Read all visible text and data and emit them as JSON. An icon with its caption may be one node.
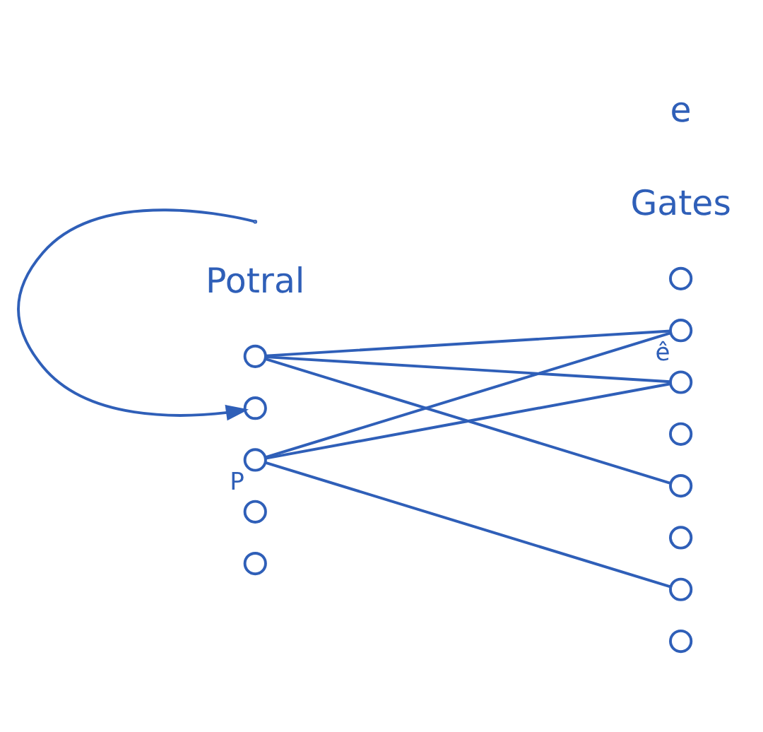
{
  "diagram": {
    "nodes": [
      {
        "text": [],
        "shape": "circle"
      },
      {
        "text": [],
        "shape": "circle"
      },
      {
        "text": [],
        "shape": "circle",
        "beside": [
          "P"
        ]
      },
      {
        "text": [],
        "shape": "circle"
      },
      {
        "text": [],
        "shape": "circle"
      },
      {
        "text": [],
        "shape": "circle"
      },
      {
        "text": [],
        "shape": "circle",
        "beside": [
          "ê"
        ]
      },
      {
        "text": [],
        "shape": "circle"
      },
      {
        "text": [],
        "shape": "circle"
      },
      {
        "text": [],
        "shape": "circle"
      },
      {
        "text": [],
        "shape": "circle"
      },
      {
        "text": [],
        "shape": "circle"
      },
      {
        "text": [],
        "shape": "circle"
      }
    ],
    "edges": [
      {
        "from": 0,
        "to": 6,
        "arrow": "none"
      },
      {
        "from": 0,
        "to": 7,
        "arrow": "none"
      },
      {
        "from": 0,
        "to": 9,
        "arrow": "none"
      },
      {
        "from": 2,
        "to": 6,
        "arrow": "none"
      },
      {
        "from": 2,
        "to": 7,
        "arrow": "none"
      },
      {
        "from": 2,
        "to": 11,
        "arrow": "none"
      },
      {
        "from": null,
        "to": 1,
        "arrow": "to"
      }
    ],
    "labels": [
      "Potral",
      "e",
      "Gates"
    ]
  }
}
